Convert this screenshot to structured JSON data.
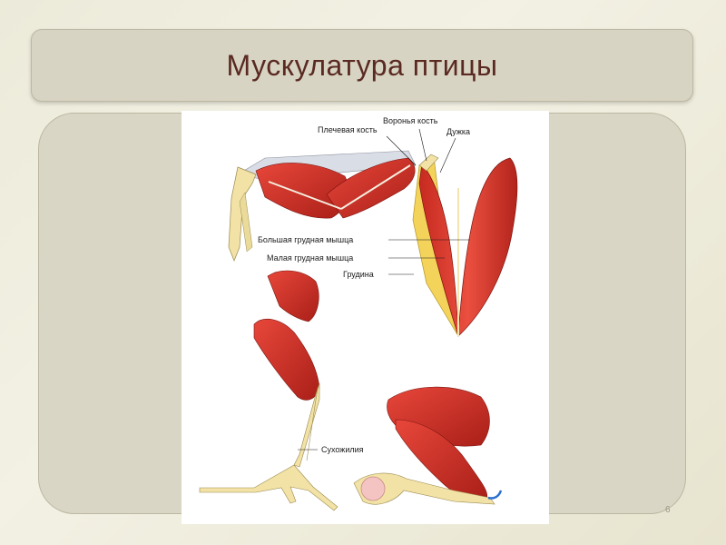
{
  "slide": {
    "title": "Мускулатура птицы",
    "page_number": "6"
  },
  "figure": {
    "labels": {
      "humerus": "Плечевая кость",
      "coracoid": "Воронья кость",
      "furcula": "Дужка",
      "pectoralis_major": "Большая грудная мышца",
      "pectoralis_minor": "Малая грудная мышца",
      "sternum": "Грудина",
      "tendon": "Сухожилия"
    },
    "colors": {
      "muscle": "#d8352a",
      "muscle_dark": "#a31e18",
      "bone": "#f2e2a6",
      "keel": "#f3d35a"
    }
  }
}
